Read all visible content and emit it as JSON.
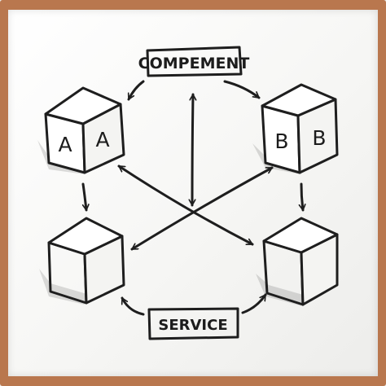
{
  "nodes": {
    "top": {
      "label": "COMPEMENT"
    },
    "bottom": {
      "label": "SERVICE"
    },
    "cube_a": {
      "front_label": "A",
      "side_label": "A"
    },
    "cube_b": {
      "front_label": "B",
      "side_label": "B"
    }
  },
  "colors": {
    "ink": "#1e1e1e",
    "frame": "#b9774e",
    "board": "#f7f7f5"
  }
}
